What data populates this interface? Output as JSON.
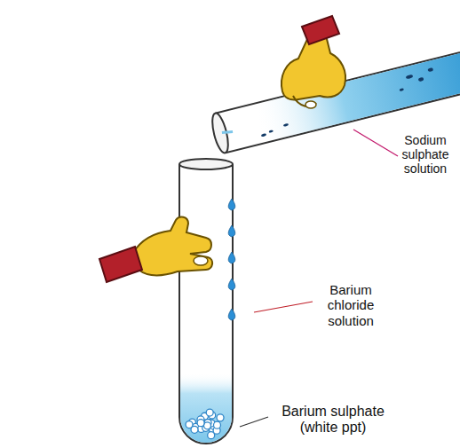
{
  "diagram": {
    "labels": [
      "Sodium sulphate solution",
      "Barium chloride solution",
      "Barium sulphate (white ppt)"
    ]
  }
}
